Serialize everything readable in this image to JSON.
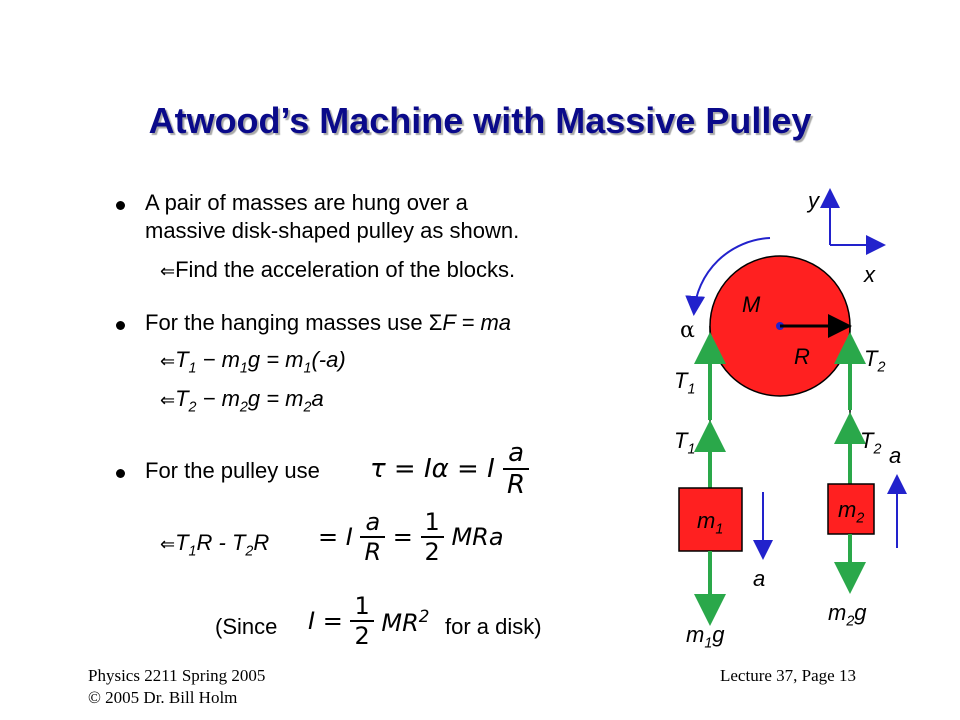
{
  "slide": {
    "title": "Atwood’s Machine with Massive Pulley",
    "bullet1": {
      "line1": "A pair of masses are hung over a",
      "line2": "massive disk-shaped pulley as shown.",
      "sub": "Find the acceleration of the blocks."
    },
    "bullet2": {
      "text_prefix": "For the hanging masses use ",
      "sigma": "Σ",
      "text_eq": "F = ma",
      "eq1": {
        "a": "T",
        "a_sub": "1",
        "minus": " − m",
        "m_sub": "1",
        "rest": "g  = m",
        "rhs_sub": "1",
        "tail": "(-a)"
      },
      "eq2": {
        "a": "T",
        "a_sub": "2",
        "minus": " − m",
        "m_sub": "2",
        "rest": "g  = m",
        "rhs_sub": "2",
        "tail": "a"
      }
    },
    "bullet3": {
      "text": "For the pulley use",
      "formula": {
        "lhs": "τ = Iα = I",
        "num": "a",
        "den": "R"
      },
      "sub": {
        "t1": "T",
        "s1": "1",
        "mid": "R - T",
        "s2": "2",
        "end": "R"
      },
      "formula2": {
        "lead": "= I",
        "num1": "a",
        "den1": "R",
        "eq": "=",
        "num2": "1",
        "den2": "2",
        "tail": "MRa"
      }
    },
    "since": {
      "open": "(Since",
      "formula": {
        "lead": "I =",
        "num": "1",
        "den": "2",
        "tail": "MR",
        "sup": "2"
      },
      "close": "for a disk)"
    },
    "sub_arrow": "⇐"
  },
  "footer": {
    "left_line1": "Physics 2211 Spring 2005",
    "left_line2": "© 2005 Dr. Bill Holm",
    "right": "Lecture 37, Page 13"
  },
  "diagram": {
    "axis_y": "y",
    "axis_x": "x",
    "pulley_mass": "M",
    "radius": "R",
    "alpha": "α",
    "t1": "T",
    "t1_sub": "1",
    "t2": "T",
    "t2_sub": "2",
    "m1": "m",
    "m1_sub": "1",
    "m2": "m",
    "m2_sub": "2",
    "a": "a",
    "m1g": {
      "m": "m",
      "sub": "1",
      "g": "g"
    },
    "m2g": {
      "m": "m",
      "sub": "2",
      "g": "g"
    },
    "colors": {
      "red": "#ff2020",
      "green": "#2aa84a",
      "blue": "#2222cc",
      "title": "#0a0a8a"
    }
  }
}
